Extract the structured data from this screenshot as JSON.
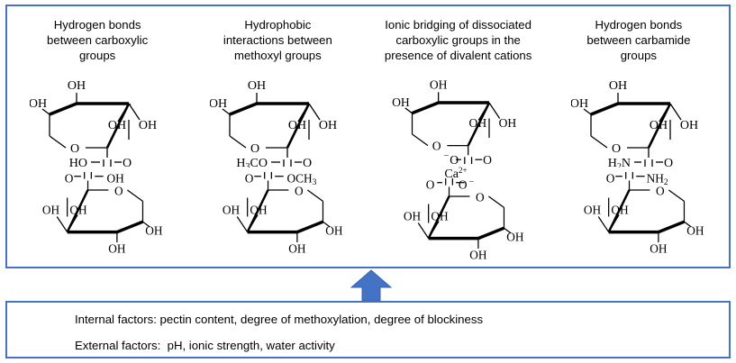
{
  "figure": {
    "border_color": "#4472C4",
    "arrow_color": "#4472C4",
    "background": "#ffffff"
  },
  "top_panel": {
    "columns": [
      {
        "title": "Hydrogen bonds\nbetween carboxylic\ngroups",
        "structure_kind": "galacturonic-acid-pair",
        "upper": {
          "substituent_label": "HO",
          "carbonyl_label": "O",
          "ring_labels": [
            "OH",
            "OH",
            "OH",
            "OH",
            "O"
          ]
        },
        "lower": {
          "substituent_label": "OH",
          "carbonyl_label": "O",
          "ring_labels": [
            "OH",
            "OH",
            "OH",
            "OH",
            "O"
          ]
        },
        "ion_label": ""
      },
      {
        "title": "Hydrophobic\ninteractions between\nmethoxyl groups",
        "structure_kind": "methyl-ester-pair",
        "upper": {
          "substituent_label": "H3CO",
          "carbonyl_label": "O",
          "ring_labels": [
            "OH",
            "OH",
            "OH",
            "OH",
            "O"
          ]
        },
        "lower": {
          "substituent_label": "OCH3",
          "carbonyl_label": "O",
          "ring_labels": [
            "OH",
            "OH",
            "OH",
            "OH",
            "O"
          ]
        },
        "ion_label": ""
      },
      {
        "title": "Ionic bridging of dissociated\ncarboxylic groups in the\npresence of divalent cations",
        "structure_kind": "carboxylate-calcium-pair",
        "upper": {
          "substituent_label": "O",
          "substituent_charge": "–",
          "carbonyl_label": "O",
          "ring_labels": [
            "OH",
            "OH",
            "OH",
            "OH",
            "O"
          ]
        },
        "lower": {
          "substituent_label": "O",
          "substituent_charge": "–",
          "carbonyl_label": "O",
          "ring_labels": [
            "OH",
            "OH",
            "OH",
            "OH",
            "O"
          ]
        },
        "ion_label": "Ca",
        "ion_charge": "2+"
      },
      {
        "title": "Hydrogen bonds\nbetween carbamide\ngroups",
        "structure_kind": "carbamide-pair",
        "upper": {
          "substituent_label": "H2N",
          "carbonyl_label": "O",
          "ring_labels": [
            "OH",
            "OH",
            "OH",
            "OH",
            "O"
          ]
        },
        "lower": {
          "substituent_label": "NH2",
          "carbonyl_label": "O",
          "ring_labels": [
            "OH",
            "OH",
            "OH",
            "OH",
            "O"
          ]
        },
        "ion_label": ""
      }
    ]
  },
  "arrow": {
    "direction": "up",
    "name": "upward-arrow"
  },
  "bottom_panel": {
    "lines": [
      "Internal factors: pectin content, degree of methoxylation, degree of blockiness",
      "External factors:  pH, ionic strength, water activity"
    ]
  }
}
